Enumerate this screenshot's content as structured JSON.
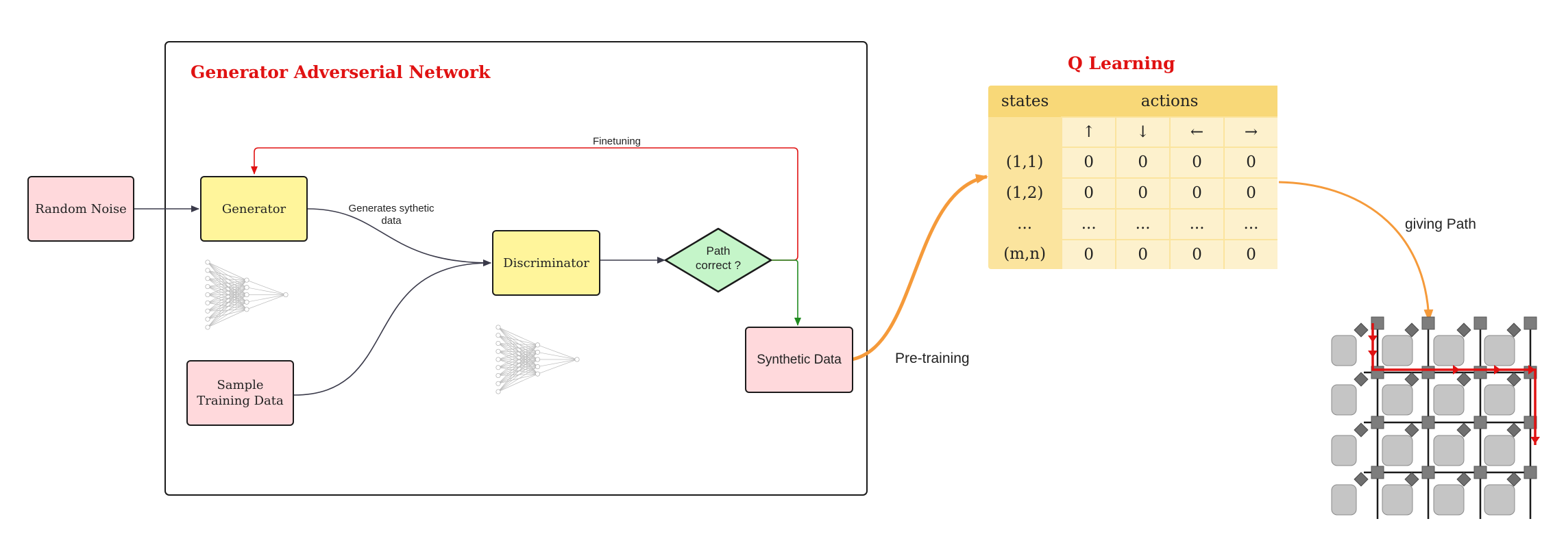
{
  "gan": {
    "title": "Generator Adverserial Network",
    "nodes": {
      "random_noise": "Random Noise",
      "generator": "Generator",
      "discriminator": "Discriminator",
      "sample_training_data": "Sample\nTraining Data",
      "path_correct": "Path\ncorrect ?",
      "synthetic_data": "Synthetic Data"
    },
    "edge_labels": {
      "finetuning": "Finetuning",
      "generates": "Generates sythetic\ndata"
    }
  },
  "flow_labels": {
    "pretraining": "Pre-training",
    "giving_path": "giving Path"
  },
  "q_learning": {
    "title": "Q Learning",
    "header_states": "states",
    "header_actions": "actions",
    "action_arrows": [
      "↑",
      "↓",
      "←",
      "→"
    ],
    "rows": [
      {
        "state": "(1,1)",
        "values": [
          "0",
          "0",
          "0",
          "0"
        ]
      },
      {
        "state": "(1,2)",
        "values": [
          "0",
          "0",
          "0",
          "0"
        ]
      },
      {
        "state": "...",
        "values": [
          "...",
          "...",
          "...",
          "..."
        ]
      },
      {
        "state": "(m,n)",
        "values": [
          "0",
          "0",
          "0",
          "0"
        ]
      }
    ]
  },
  "colors": {
    "finetune_edge": "#e01212",
    "correct_edge": "#1f8a1f",
    "flow_orange": "#f59a3a",
    "path_red": "#e01212"
  }
}
